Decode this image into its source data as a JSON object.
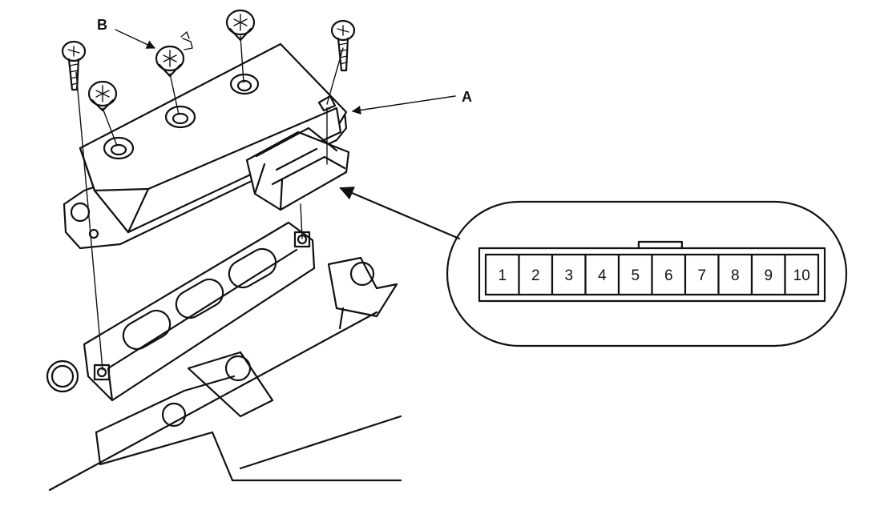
{
  "callouts": {
    "a": "A",
    "b": "B"
  },
  "connector": {
    "pins": [
      "1",
      "2",
      "3",
      "4",
      "5",
      "6",
      "7",
      "8",
      "9",
      "10"
    ]
  }
}
